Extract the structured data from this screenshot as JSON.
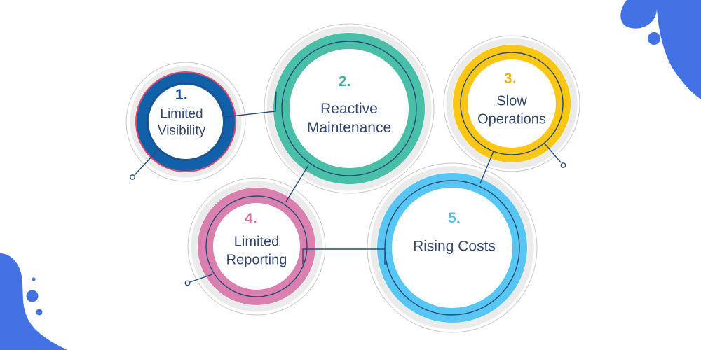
{
  "diagram": {
    "items": [
      {
        "number": "1.",
        "label": "Limited\nVisibility",
        "ring_color": "#1061a9",
        "outline_color": "#e0476b",
        "number_color": "#15508c"
      },
      {
        "number": "2.",
        "label": "Reactive\nMaintenance",
        "ring_color": "#4abfa7",
        "number_color": "#41b39b"
      },
      {
        "number": "3.",
        "label": "Slow\nOperations",
        "ring_color": "#fcc615",
        "number_color": "#eab31d"
      },
      {
        "number": "4.",
        "label": "Limited\nReporting",
        "ring_color": "#da80ae",
        "number_color": "#d0739f"
      },
      {
        "number": "5.",
        "label": "Rising Costs",
        "ring_color": "#57c6f3",
        "number_color": "#55bbe9"
      }
    ],
    "palette": {
      "text_navy": "#33466b",
      "connector_navy": "#274a7b",
      "corner_blob_blue": "#4372e4",
      "soft_ring_gray": "#ebebeb",
      "outline_gray": "#c9c9c9",
      "background": "#ffffff"
    }
  }
}
